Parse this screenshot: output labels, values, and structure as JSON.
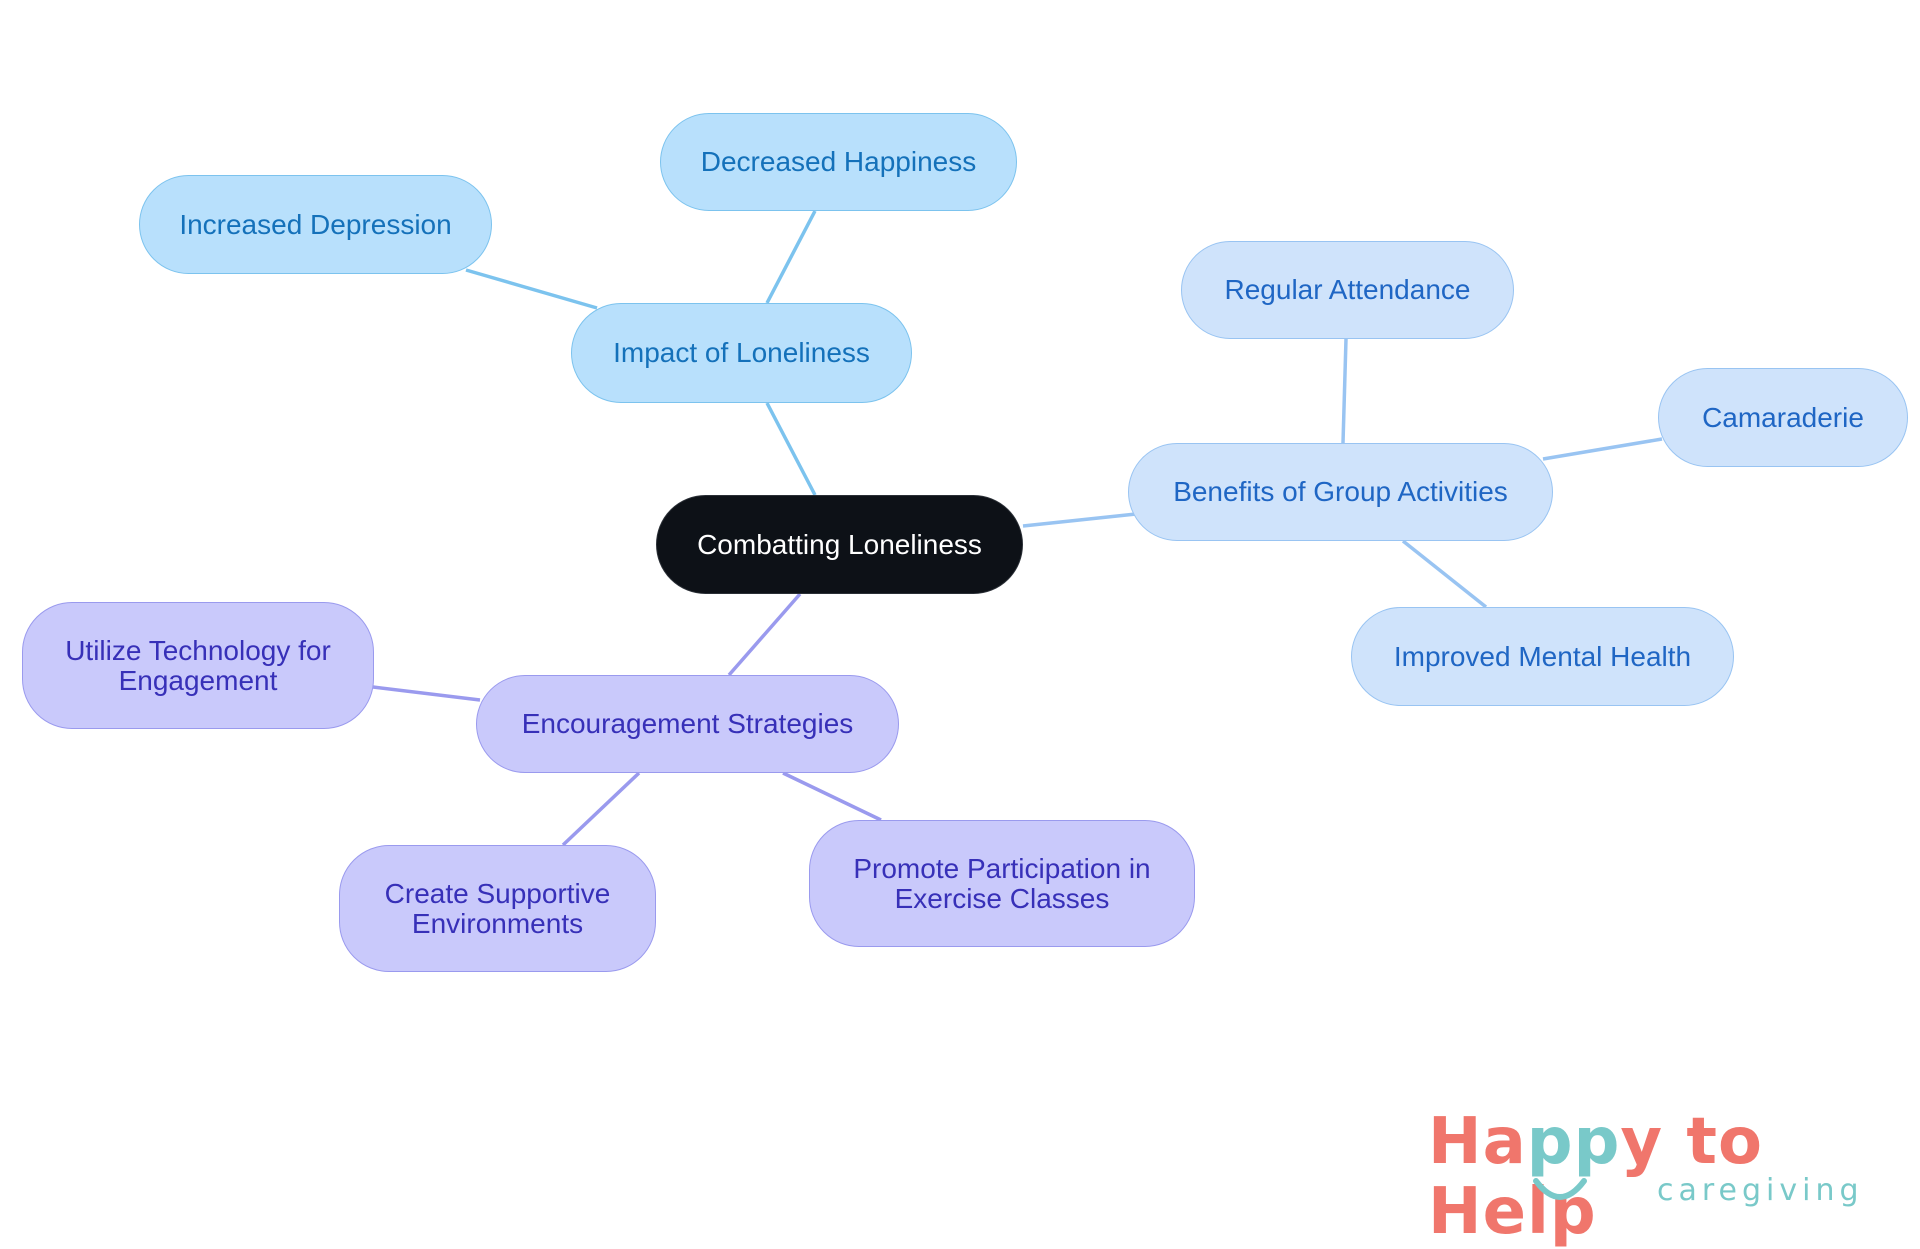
{
  "diagram": {
    "center": {
      "label": "Combatting Loneliness"
    },
    "branches": [
      {
        "label": "Impact of Loneliness",
        "color": "#7cc3ee",
        "children": [
          "Decreased Happiness",
          "Increased Depression"
        ]
      },
      {
        "label": "Benefits of Group Activities",
        "color": "#99c4f2",
        "children": [
          "Regular Attendance",
          "Camaraderie",
          "Improved Mental Health"
        ]
      },
      {
        "label": "Encouragement Strategies",
        "color": "#9a9aee",
        "children": [
          "Utilize Technology for Engagement",
          "Create Supportive Environments",
          "Promote Participation in Exercise Classes"
        ]
      }
    ]
  },
  "logo": {
    "text_main_a": "Ha",
    "text_main_b": "pp",
    "text_main_c": "y to Help",
    "text_sub": "caregiving",
    "colors": {
      "coral": "#f0766c",
      "teal": "#79c9c9"
    }
  }
}
